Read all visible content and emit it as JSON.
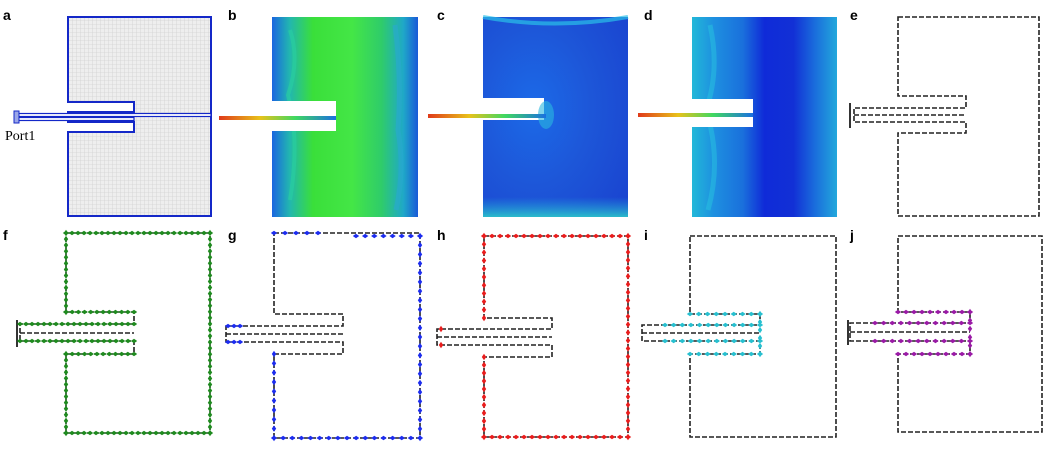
{
  "figure": {
    "panel_labels": [
      "a",
      "b",
      "c",
      "d",
      "e",
      "f",
      "g",
      "h",
      "i",
      "j"
    ],
    "port_label": "Port1"
  },
  "colors": {
    "antenna_outline": "#1428c8",
    "antenna_fill": "#e6e6e6",
    "mesh_dash": "#222222",
    "field_hot": "#d83a1e",
    "field_high": "#e6c21a",
    "field_mid": "#2fe04a",
    "field_low": "#1a7ad8",
    "field_min": "#1a3cd6",
    "mode_f": "#1f8a1f",
    "mode_g": "#1c2cf0",
    "mode_h": "#ea1c1c",
    "mode_i": "#27c0d0",
    "mode_j": "#9a1aa6"
  },
  "panels": [
    {
      "id": "a",
      "kind": "geometry",
      "description_icon": "antenna-geometry"
    },
    {
      "id": "b",
      "kind": "field-map",
      "palette": "green-dominant"
    },
    {
      "id": "c",
      "kind": "field-map",
      "palette": "blue-dominant"
    },
    {
      "id": "d",
      "kind": "field-map",
      "palette": "deep-blue-band"
    },
    {
      "id": "e",
      "kind": "mesh",
      "arrows": "none"
    },
    {
      "id": "f",
      "kind": "current-mode",
      "arrows": "full-outline",
      "color_key": "mode_f"
    },
    {
      "id": "g",
      "kind": "current-mode",
      "arrows": "outer-edges",
      "color_key": "mode_g"
    },
    {
      "id": "h",
      "kind": "current-mode",
      "arrows": "outer-edges",
      "color_key": "mode_h"
    },
    {
      "id": "i",
      "kind": "current-mode",
      "arrows": "slot-arms",
      "color_key": "mode_i"
    },
    {
      "id": "j",
      "kind": "current-mode",
      "arrows": "slot-arms",
      "color_key": "mode_j"
    }
  ]
}
